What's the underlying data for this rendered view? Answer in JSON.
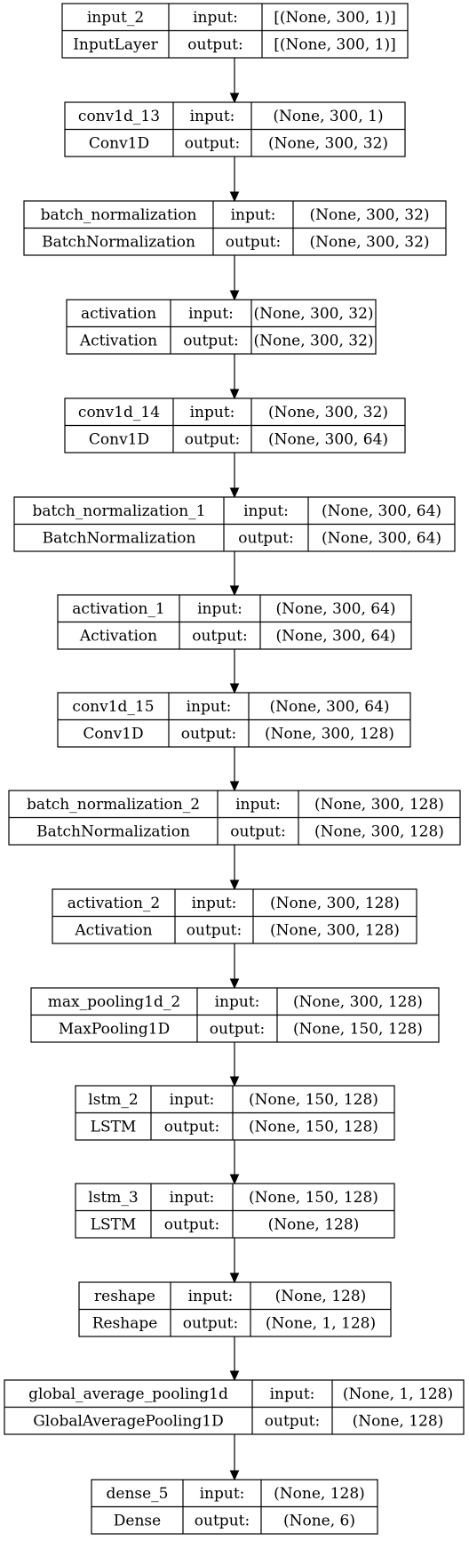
{
  "diagram": {
    "labels": {
      "input": "input:",
      "output": "output:"
    },
    "layers": [
      {
        "name": "input_2",
        "type": "InputLayer",
        "input": "[(None, 300, 1)]",
        "output": "[(None, 300, 1)]"
      },
      {
        "name": "conv1d_13",
        "type": "Conv1D",
        "input": "(None, 300, 1)",
        "output": "(None, 300, 32)"
      },
      {
        "name": "batch_normalization",
        "type": "BatchNormalization",
        "input": "(None, 300, 32)",
        "output": "(None, 300, 32)"
      },
      {
        "name": "activation",
        "type": "Activation",
        "input": "(None, 300, 32)",
        "output": "(None, 300, 32)"
      },
      {
        "name": "conv1d_14",
        "type": "Conv1D",
        "input": "(None, 300, 32)",
        "output": "(None, 300, 64)"
      },
      {
        "name": "batch_normalization_1",
        "type": "BatchNormalization",
        "input": "(None, 300, 64)",
        "output": "(None, 300, 64)"
      },
      {
        "name": "activation_1",
        "type": "Activation",
        "input": "(None, 300, 64)",
        "output": "(None, 300, 64)"
      },
      {
        "name": "conv1d_15",
        "type": "Conv1D",
        "input": "(None, 300, 64)",
        "output": "(None, 300, 128)"
      },
      {
        "name": "batch_normalization_2",
        "type": "BatchNormalization",
        "input": "(None, 300, 128)",
        "output": "(None, 300, 128)"
      },
      {
        "name": "activation_2",
        "type": "Activation",
        "input": "(None, 300, 128)",
        "output": "(None, 300, 128)"
      },
      {
        "name": "max_pooling1d_2",
        "type": "MaxPooling1D",
        "input": "(None, 300, 128)",
        "output": "(None, 150, 128)"
      },
      {
        "name": "lstm_2",
        "type": "LSTM",
        "input": "(None, 150, 128)",
        "output": "(None, 150, 128)"
      },
      {
        "name": "lstm_3",
        "type": "LSTM",
        "input": "(None, 150, 128)",
        "output": "(None, 128)"
      },
      {
        "name": "reshape",
        "type": "Reshape",
        "input": "(None, 128)",
        "output": "(None, 1, 128)"
      },
      {
        "name": "global_average_pooling1d",
        "type": "GlobalAveragePooling1D",
        "input": "(None, 1, 128)",
        "output": "(None, 128)"
      },
      {
        "name": "dense_5",
        "type": "Dense",
        "input": "(None, 128)",
        "output": "(None, 6)"
      }
    ]
  }
}
